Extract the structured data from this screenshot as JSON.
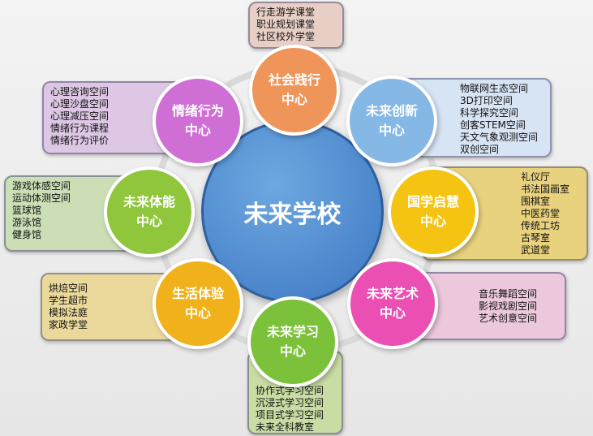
{
  "center": {
    "title": "未来学校",
    "color": "#4b86cc"
  },
  "centers": [
    {
      "id": "social",
      "name": "社会践行\n中心",
      "color": "#f0955a",
      "items": [
        "行走游学课堂",
        "职业规划课堂",
        "社区校外学堂"
      ],
      "box_color": "#e6c9bf"
    },
    {
      "id": "innovation",
      "name": "未来创新\n中心",
      "color": "#86b8e6",
      "items": [
        "物联网生态空间",
        "3D打印空间",
        "科学探究空间",
        "创客STEM空间",
        "天文气象观测空间",
        "双创空间"
      ],
      "box_color": "#d5e3f4"
    },
    {
      "id": "guoxue",
      "name": "国学启慧\n中心",
      "color": "#f5c413",
      "items": [
        "礼仪厅",
        "书法国画室",
        "围棋室",
        "中医药堂",
        "传统工坊",
        "古琴室",
        "武道堂"
      ],
      "box_color": "#e8cf7a"
    },
    {
      "id": "art",
      "name": "未来艺术\n中心",
      "color": "#ec4fb4",
      "items": [
        "音乐舞蹈空间",
        "影视戏剧空间",
        "艺术创意空间"
      ],
      "box_color": "#ecc8dc"
    },
    {
      "id": "study",
      "name": "未来学习\n中心",
      "color": "#7cc13a",
      "items": [
        "协作式学习空间",
        "沉浸式学习空间",
        "项目式学习空间",
        "未来全科教室"
      ],
      "box_color": "#c7dca2"
    },
    {
      "id": "life",
      "name": "生活体验\n中心",
      "color": "#f0b11a",
      "items": [
        "烘焙空间",
        "学生超市",
        "模拟法庭",
        "家政学堂"
      ],
      "box_color": "#ead79a"
    },
    {
      "id": "sport",
      "name": "未来体能\n中心",
      "color": "#8fc63c",
      "items": [
        "游戏体感空间",
        "运动体测空间",
        "篮球馆",
        "游泳馆",
        "健身馆"
      ],
      "box_color": "#c9ddb3"
    },
    {
      "id": "emotion",
      "name": "情绪行为\n中心",
      "color": "#cf6fd6",
      "items": [
        "心理咨询空间",
        "心理沙盘空间",
        "心理减压空间",
        "情绪行为课程",
        "情绪行为评价"
      ],
      "box_color": "#dcc6e4"
    }
  ]
}
